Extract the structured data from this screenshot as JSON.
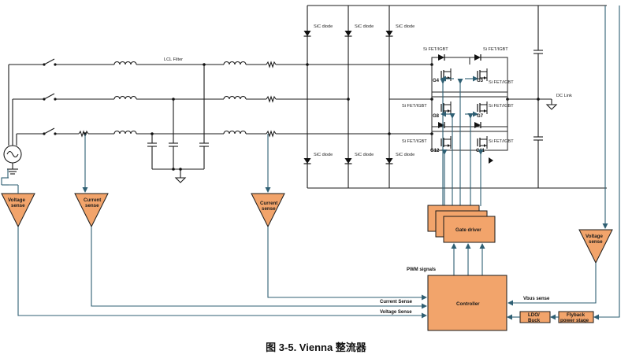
{
  "labels": {
    "lcl_filter": "LCL Filter",
    "sic_diode": "SiC diode",
    "si_fet_igbt": "Si FET/IGBT",
    "dc_link": "DC Link",
    "voltage_sense": "Voltage",
    "voltage_sense_2": "sense",
    "current_sense": "Current",
    "current_sense_2": "sense",
    "gate_driver": "Gate driver",
    "pwm_signals": "PWM signals",
    "controller": "Controller",
    "vbus_sense": "Vbus sense",
    "current_sense_line": "Current Sense",
    "voltage_sense_line": "Voltage Sense",
    "ldo": "LDO/",
    "buck": "Buck",
    "flyback": "Flyback",
    "power_stage": "power stage"
  },
  "gates": [
    "G4",
    "G3",
    "G8",
    "G7",
    "G12",
    "G11"
  ],
  "caption": "图 3-5. Vienna 整流器",
  "colors": {
    "block_fill": "#f2a46b",
    "signal_wire": "#2f5f73",
    "power_wire": "#1a1a1a"
  }
}
